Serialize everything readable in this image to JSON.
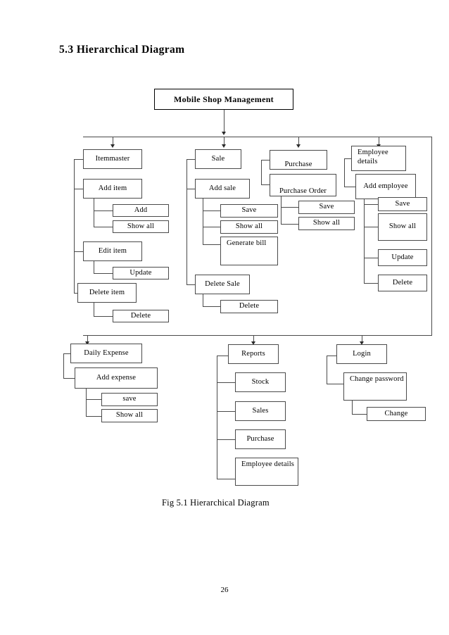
{
  "document": {
    "section_heading": "5.3 Hierarchical Diagram",
    "figure_caption": "Fig 5.1 Hierarchical Diagram",
    "page_number": "26"
  },
  "diagram": {
    "type": "hierarchy-tree",
    "root": "Mobile Shop Management",
    "nodes": {
      "root": "Mobile Shop Management",
      "itemmaster": "Itemmaster",
      "add_item": "Add item",
      "add_item_add": "Add",
      "add_item_showall": "Show all",
      "edit_item": "Edit item",
      "edit_item_update": "Update",
      "delete_item": "Delete item",
      "delete_item_delete": "Delete",
      "sale": "Sale",
      "add_sale": "Add sale",
      "add_sale_save": "Save",
      "add_sale_showall": "Show all",
      "add_sale_generate": "Generate bill",
      "delete_sale": "Delete Sale",
      "delete_sale_delete": "Delete",
      "purchase": "Purchase",
      "purchase_order": "Purchase Order",
      "purchase_save": "Save",
      "purchase_showall": "Show all",
      "employee_details": "Employee details",
      "add_employee": "Add employee",
      "employee_save": "Save",
      "employee_showall": "Show all",
      "employee_update": "Update",
      "employee_delete": "Delete",
      "daily_expense": "Daily Expense",
      "add_expense": "Add expense",
      "add_expense_save": "save",
      "add_expense_showall": "Show all",
      "reports": "Reports",
      "reports_stock": "Stock",
      "reports_sales": "Sales",
      "reports_purchase": "Purchase",
      "reports_employee": "Employee details",
      "login": "Login",
      "login_change_password": "Change password",
      "login_change": "Change"
    },
    "colors": {
      "box_border": "#4a4a4a",
      "root_border": "#000000",
      "connector": "#4a4a4a",
      "background": "#ffffff",
      "text": "#000000"
    }
  }
}
